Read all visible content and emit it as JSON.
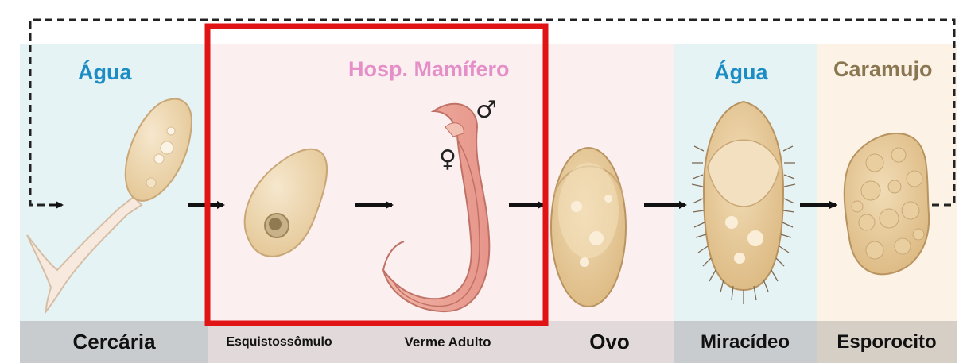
{
  "environments": {
    "water_left": "Água",
    "mammal_host": "Hosp. Mamífero",
    "water_right": "Água",
    "snail": "Caramujo"
  },
  "stages": {
    "cercaria": "Cercária",
    "schistosomulum": "Esquistossômulo",
    "adult_worm": "Verme Adulto",
    "egg": "Ovo",
    "miracidium": "Miracídeo",
    "sporocyst": "Esporocito"
  },
  "symbols": {
    "male": "♂",
    "female": "♀"
  },
  "colors": {
    "water": "#1b8cc4",
    "mammal": "#e58fc9",
    "snail": "#8a7650",
    "highlight": "#e01414",
    "label_band": "#c8cccf"
  }
}
